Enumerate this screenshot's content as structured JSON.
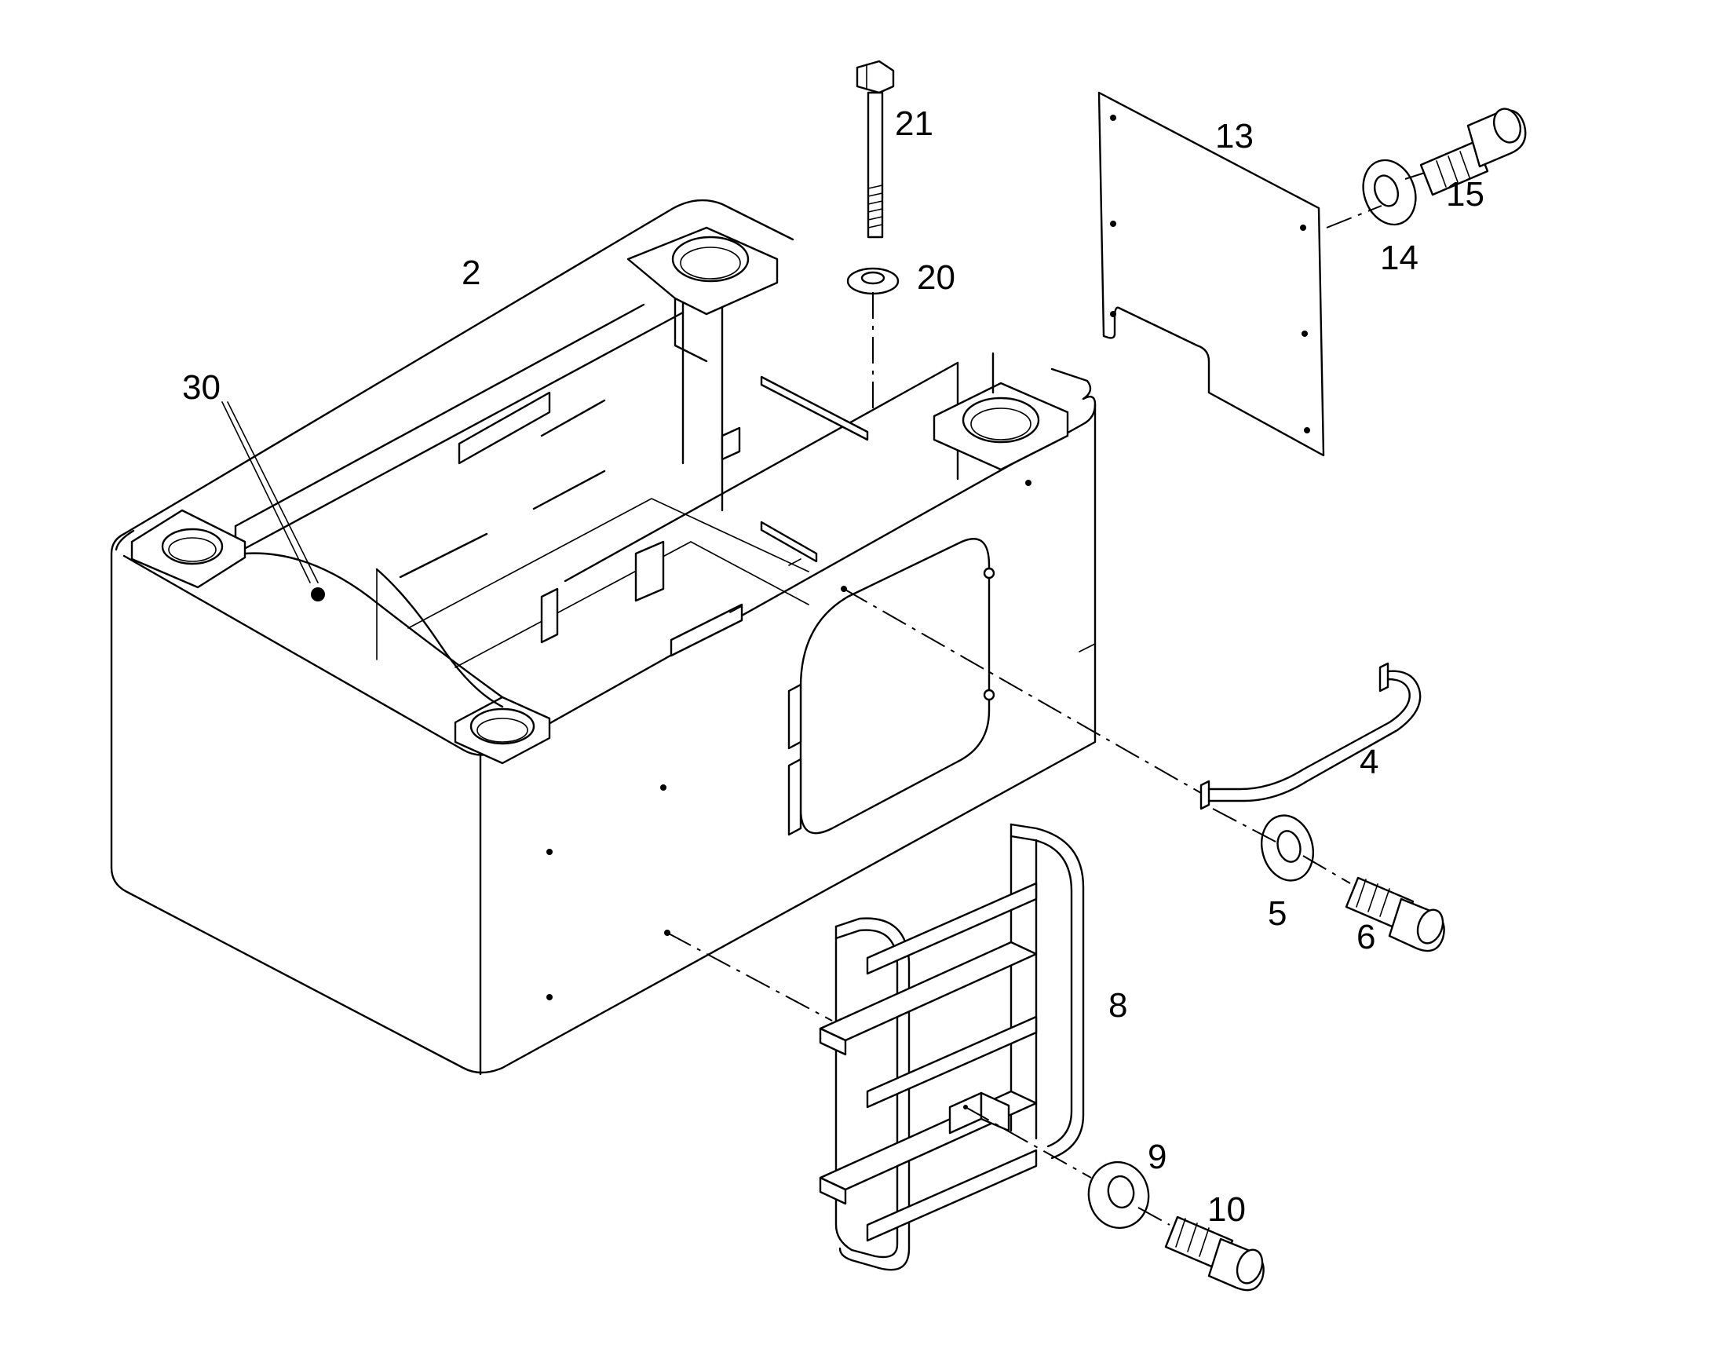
{
  "callouts": {
    "c2": "2",
    "c4": "4",
    "c5": "5",
    "c6": "6",
    "c8": "8",
    "c9": "9",
    "c10": "10",
    "c13": "13",
    "c14": "14",
    "c15": "15",
    "c20": "20",
    "c21": "21",
    "c30": "30"
  }
}
